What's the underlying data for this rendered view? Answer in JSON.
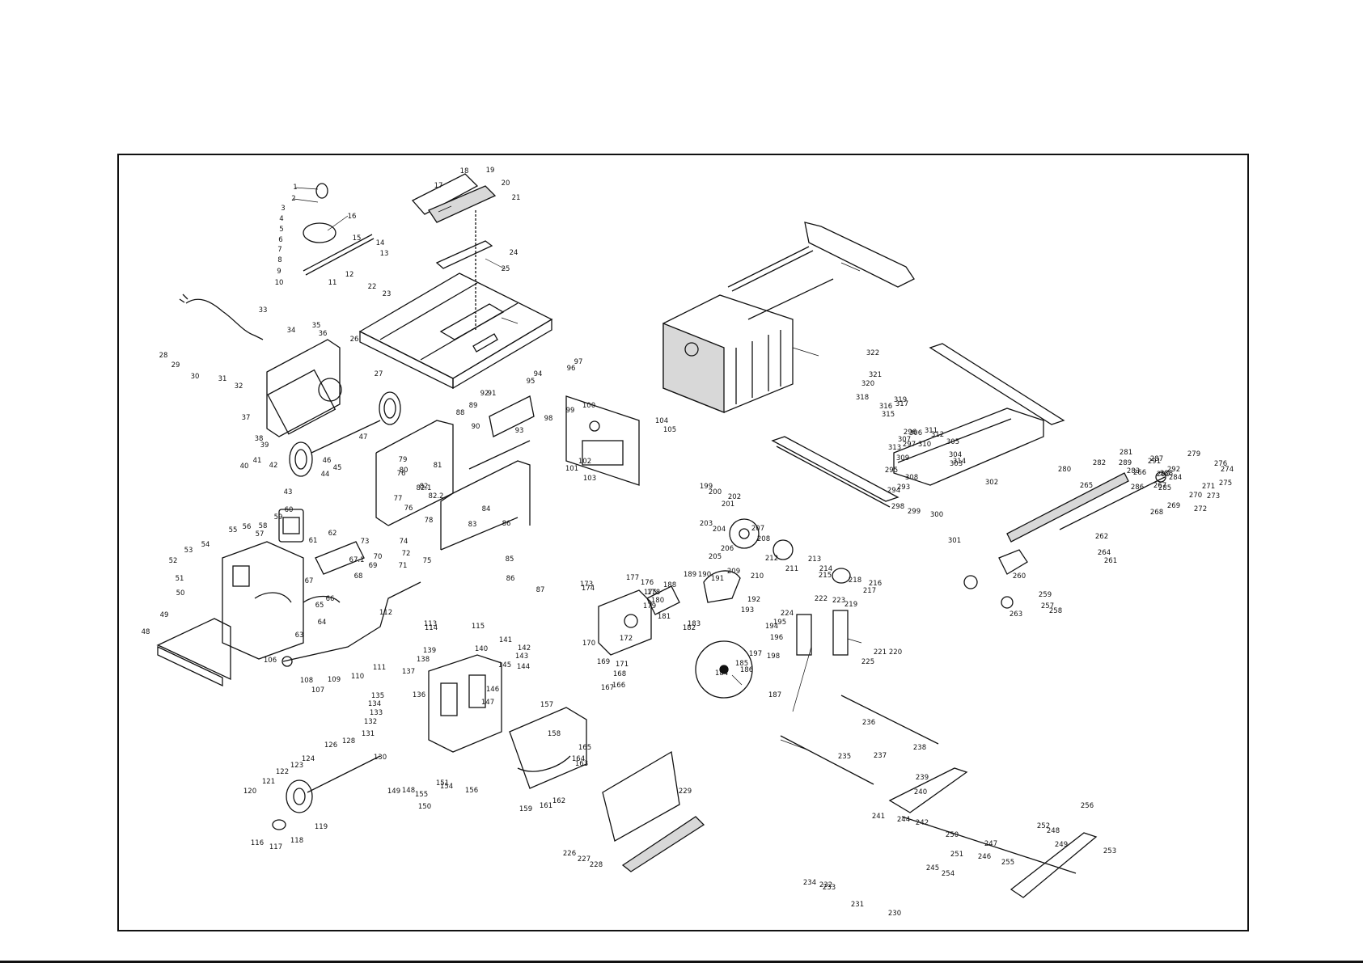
{
  "diagram": {
    "type": "exploded-parts-view",
    "part_numbers": [
      "1",
      "2",
      "3",
      "4",
      "5",
      "6",
      "7",
      "8",
      "9",
      "10",
      "11",
      "12",
      "13",
      "14",
      "15",
      "16",
      "17",
      "18",
      "19",
      "20",
      "21",
      "22",
      "23",
      "24",
      "25",
      "26",
      "27",
      "28",
      "29",
      "30",
      "31",
      "32",
      "33",
      "34",
      "35",
      "36",
      "37",
      "38",
      "39",
      "40",
      "41",
      "42",
      "43",
      "44",
      "45",
      "46",
      "47",
      "48",
      "49",
      "50",
      "51",
      "52",
      "53",
      "54",
      "55",
      "56",
      "57",
      "58",
      "59",
      "60",
      "61",
      "62",
      "63",
      "64",
      "65",
      "66",
      "67",
      "67.1",
      "68",
      "69",
      "70",
      "71",
      "72",
      "73",
      "74",
      "75",
      "76",
      "76",
      "77",
      "78",
      "79",
      "80",
      "81",
      "82",
      "82.1",
      "82.2",
      "83",
      "84",
      "85",
      "86",
      "86",
      "87",
      "88",
      "89",
      "90",
      "91",
      "92",
      "93",
      "94",
      "95",
      "96",
      "97",
      "98",
      "99",
      "100",
      "101",
      "102",
      "103",
      "104",
      "105",
      "106",
      "107",
      "108",
      "109",
      "110",
      "111",
      "112",
      "113",
      "114",
      "115",
      "116",
      "117",
      "118",
      "119",
      "120",
      "121",
      "122",
      "123",
      "124",
      "126",
      "128",
      "130",
      "131",
      "132",
      "133",
      "134",
      "135",
      "136",
      "137",
      "138",
      "139",
      "140",
      "141",
      "142",
      "143",
      "144",
      "145",
      "146",
      "147",
      "148",
      "149",
      "150",
      "151",
      "154",
      "155",
      "156",
      "157",
      "158",
      "159",
      "161",
      "162",
      "163",
      "164",
      "165",
      "166",
      "167",
      "168",
      "169",
      "170",
      "171",
      "172",
      "173",
      "174",
      "175",
      "176",
      "177",
      "178",
      "179",
      "180",
      "181",
      "182",
      "183",
      "184",
      "185",
      "186",
      "187",
      "188",
      "189",
      "190",
      "191",
      "192",
      "193",
      "194",
      "195",
      "196",
      "197",
      "198",
      "199",
      "200",
      "201",
      "202",
      "203",
      "204",
      "205",
      "206",
      "207",
      "208",
      "209",
      "210",
      "211",
      "212",
      "213",
      "214",
      "215",
      "216",
      "217",
      "218",
      "219",
      "220",
      "221",
      "222",
      "223",
      "224",
      "225",
      "226",
      "227",
      "228",
      "229",
      "230",
      "231",
      "232",
      "233",
      "234",
      "235",
      "236",
      "237",
      "238",
      "239",
      "240",
      "241",
      "242",
      "244",
      "245",
      "246",
      "247",
      "248",
      "249",
      "250",
      "251",
      "252",
      "253",
      "254",
      "255",
      "256",
      "257",
      "258",
      "259",
      "260",
      "261",
      "262",
      "263",
      "264",
      "265",
      "266",
      "267",
      "268",
      "269",
      "270",
      "271",
      "272",
      "273",
      "274",
      "275",
      "276",
      "279",
      "280",
      "281",
      "282",
      "283",
      "284",
      "285",
      "286",
      "287",
      "288",
      "289",
      "290",
      "291",
      "292",
      "293",
      "294",
      "295",
      "296",
      "297",
      "298",
      "299",
      "300",
      "301",
      "302",
      "303",
      "304",
      "305",
      "306",
      "307",
      "308",
      "309",
      "310",
      "311",
      "312",
      "313",
      "314",
      "315",
      "316",
      "317",
      "318",
      "319",
      "320",
      "321",
      "322"
    ]
  }
}
